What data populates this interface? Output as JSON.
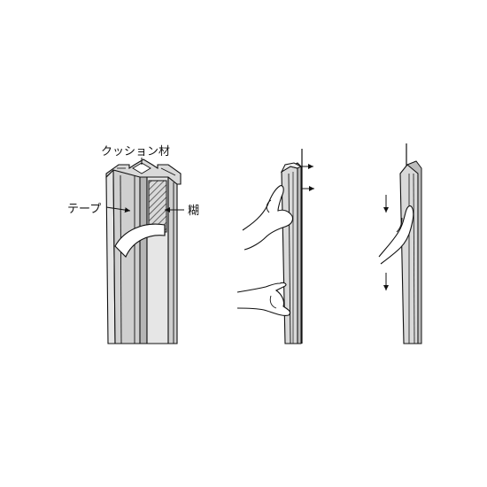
{
  "labels": {
    "cushion": "クッション材",
    "tape": "テープ",
    "glue": "糊"
  },
  "icons": {
    "step1": "corner-guard-cross-section",
    "step2": "hands-pressing-guard",
    "step3": "hand-sliding-down"
  },
  "colors": {
    "line": "#111111",
    "fill_light": "#e6e6e6",
    "fill_mid": "#cfcfcf",
    "fill_dark": "#b5b5b5",
    "background": "#ffffff"
  }
}
